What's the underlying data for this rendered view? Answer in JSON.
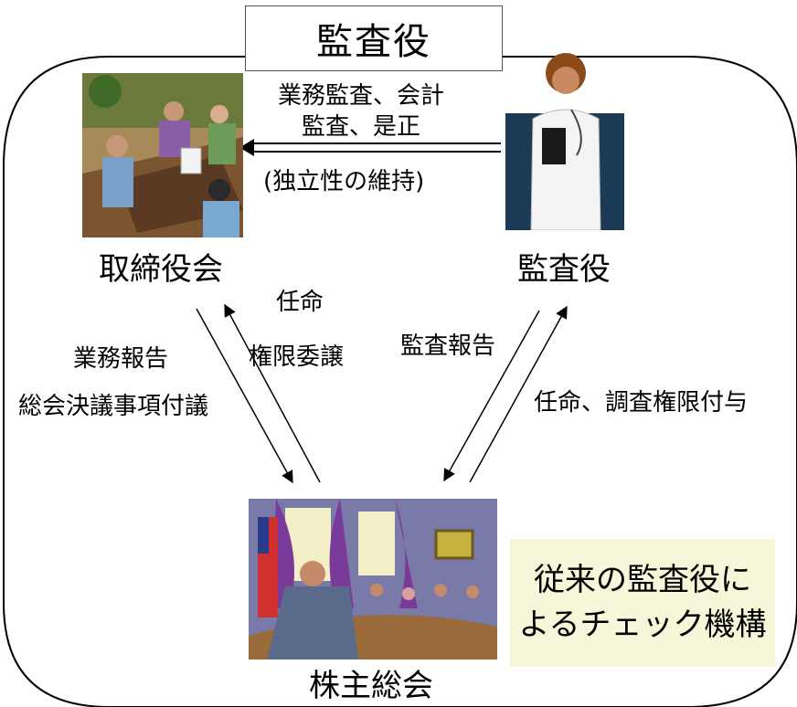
{
  "title": "監査役",
  "nodes": {
    "board": {
      "label": "取締役会",
      "icon": "meeting-illustration-icon"
    },
    "auditor": {
      "label": "監査役",
      "icon": "doctor-illustration-icon"
    },
    "shareholders": {
      "label": "株主総会",
      "icon": "boardroom-illustration-icon"
    }
  },
  "edges": {
    "auditor_to_board": {
      "line1": "業務監査、会計",
      "line2": "監査、是正",
      "line3": "(独立性の維持)"
    },
    "board_to_shareholders": {
      "line1": "業務報告",
      "line2": "総会決議事項付議"
    },
    "shareholders_to_board": {
      "line1": "任命",
      "line2": "権限委譲"
    },
    "auditor_to_shareholders": {
      "line1": "監査報告"
    },
    "shareholders_to_auditor": {
      "line1": "任命、調査権限付与"
    }
  },
  "note": {
    "line1": "従来の監査役に",
    "line2": "よるチェック機構",
    "bg": "#f6f6d8"
  }
}
